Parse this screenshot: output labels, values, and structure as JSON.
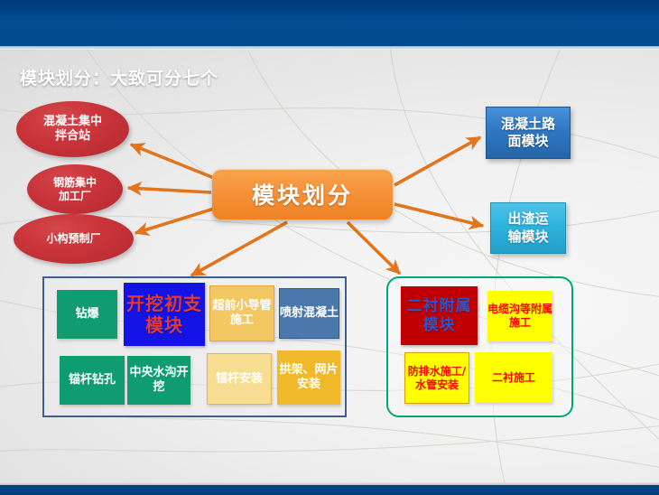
{
  "slide": {
    "title": "模块划分：大致可分七个",
    "center_node": "模块划分"
  },
  "ellipses": [
    {
      "line1": "混凝土集中",
      "line2": "拌合站"
    },
    {
      "line1": "钢筋集中",
      "line2": "加工厂"
    },
    {
      "line1": "小构预制厂",
      "line2": ""
    }
  ],
  "blue_cards": [
    {
      "line1": "混凝土路",
      "line2": "面模块"
    },
    {
      "line1": "出渣运",
      "line2": "输模块"
    }
  ],
  "group_left": {
    "cells": [
      {
        "text": "钻爆"
      },
      {
        "text": "开挖初支模块"
      },
      {
        "text": "超前小导管施工"
      },
      {
        "text": "喷射混凝土"
      },
      {
        "text": "锚杆钻孔"
      },
      {
        "text": "中央水沟开挖"
      },
      {
        "text": "锚杆安装"
      },
      {
        "text": "拱架、网片安装"
      }
    ]
  },
  "group_right": {
    "cells": [
      {
        "text": "二衬附属模块"
      },
      {
        "text": "电缆沟等附属施工"
      },
      {
        "text": "防排水施工/水管安装"
      },
      {
        "text": "二衬施工"
      }
    ]
  },
  "colors": {
    "header_blue": "#034d92",
    "accent_orange": "#ef8322",
    "ellipse_red": "#c9343a",
    "card_blue_dark": "#2f78c4",
    "card_blue_cyan": "#2fb3dd",
    "cell_green": "#0f9d70",
    "module_blue": "#1313e6",
    "module_red": "#c00000",
    "cell_yellow": "#ffff00",
    "group_left_border": "#3c5f91",
    "group_right_border": "#00a878"
  }
}
